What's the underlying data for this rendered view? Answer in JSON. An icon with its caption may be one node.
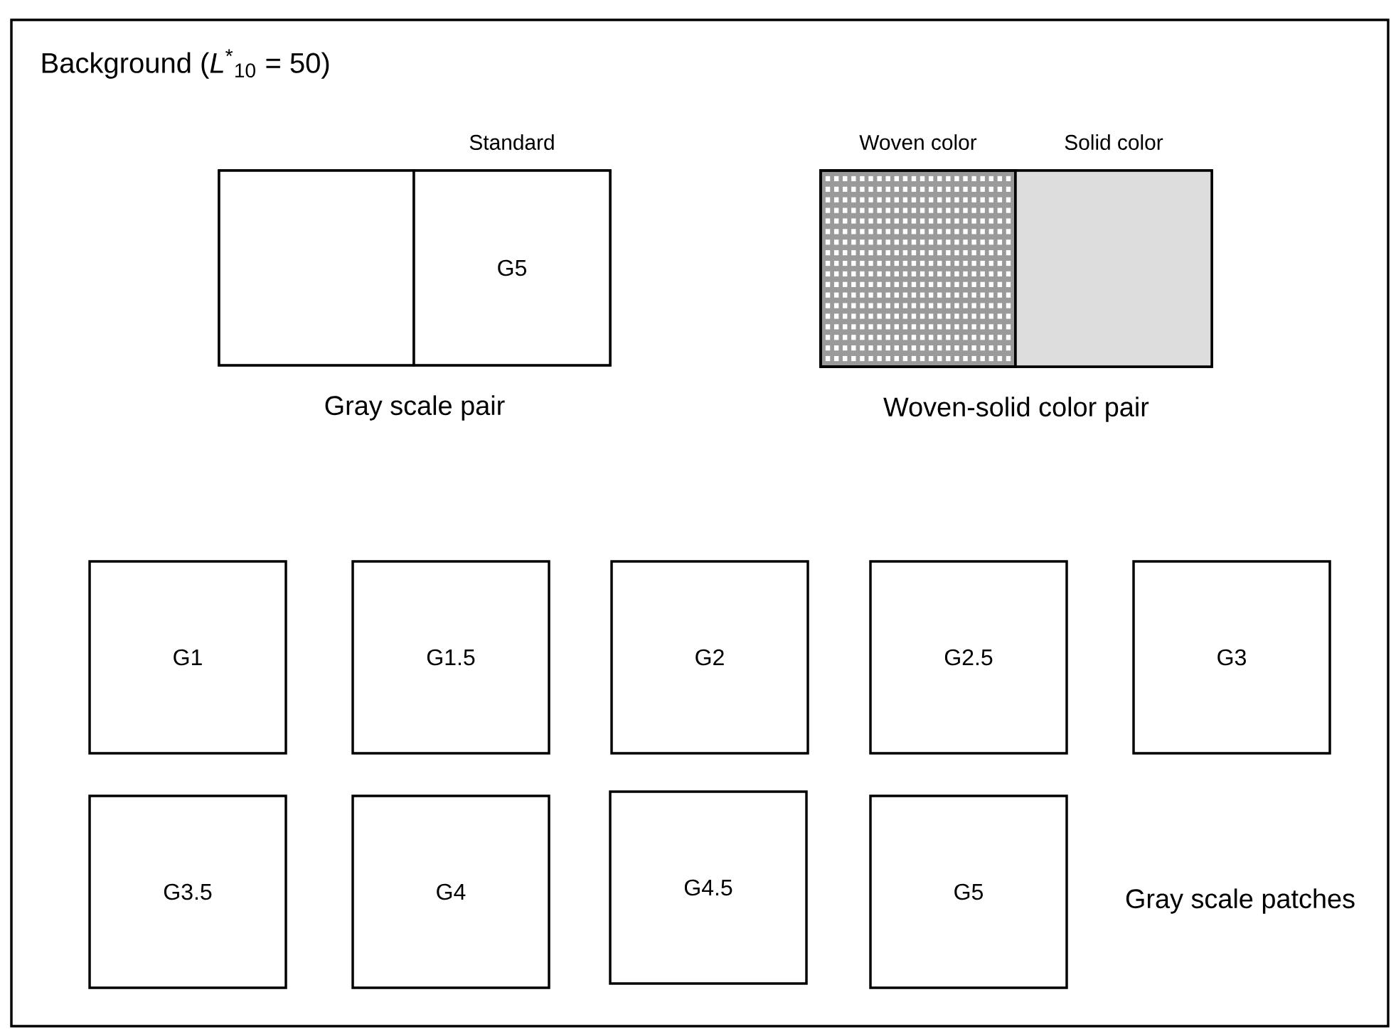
{
  "diagram": {
    "nodes": [
      {
        "text": [
          "Background (*L*$^{*}$$_{10}$ = 50)"
        ]
      },
      {
        "text": [
          "Gray scale pair"
        ],
        "in": 0
      },
      {
        "text": [],
        "shape": "box",
        "in": 1
      },
      {
        "text": [
          "Standard",
          "G5"
        ],
        "in": 1
      },
      {
        "text": [
          "Woven-solid color pair"
        ],
        "in": 0
      },
      {
        "text": [
          "Woven color"
        ],
        "in": 4
      },
      {
        "text": [
          "Solid color"
        ],
        "in": 4
      },
      {
        "text": [
          "G1"
        ],
        "in": 0
      },
      {
        "text": [
          "G1.5"
        ],
        "in": 0
      },
      {
        "text": [
          "G2"
        ],
        "in": 0
      },
      {
        "text": [
          "G2.5"
        ],
        "in": 0
      },
      {
        "text": [
          "G3"
        ],
        "in": 0
      },
      {
        "text": [
          "G3.5"
        ],
        "in": 0
      },
      {
        "text": [
          "G4"
        ],
        "in": 0
      },
      {
        "text": [
          "G4.5"
        ],
        "in": 0
      },
      {
        "text": [
          "G5"
        ],
        "in": 0
      }
    ],
    "labels": [
      "Gray scale patches"
    ]
  }
}
